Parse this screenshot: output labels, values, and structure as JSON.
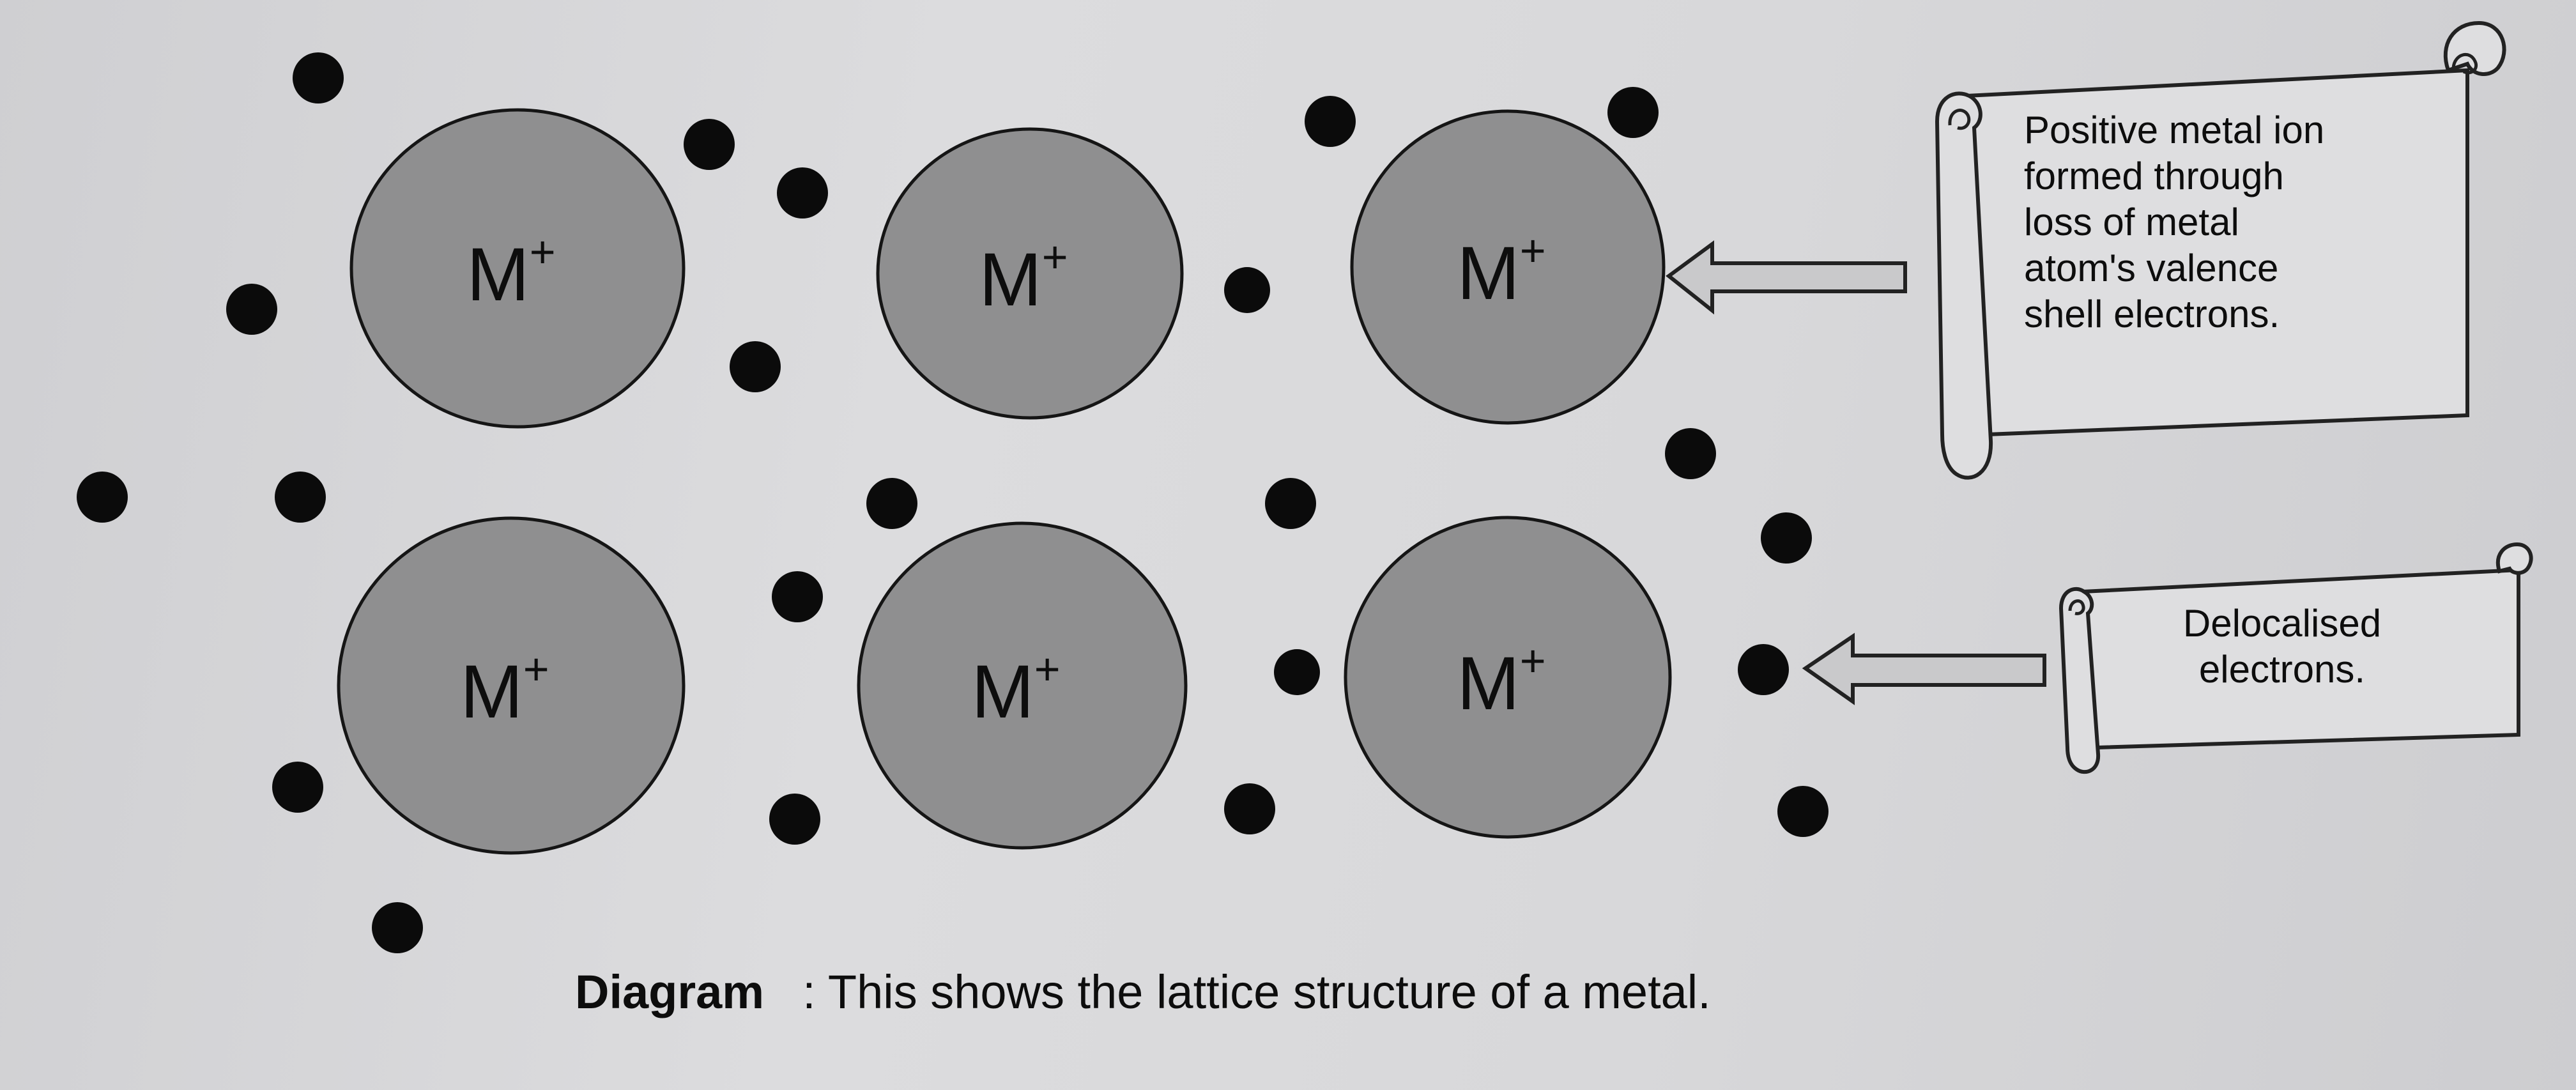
{
  "ions": [
    {
      "label": "M",
      "charge": "+"
    },
    {
      "label": "M",
      "charge": "+"
    },
    {
      "label": "M",
      "charge": "+"
    },
    {
      "label": "M",
      "charge": "+"
    },
    {
      "label": "M",
      "charge": "+"
    },
    {
      "label": "M",
      "charge": "+"
    }
  ],
  "callouts": {
    "positive_ion": "Positive metal ion\nformed through\nloss of metal\natom's valence\nshell electrons.",
    "delocalised": "Delocalised\nelectrons."
  },
  "caption": {
    "label": "Diagram",
    "text": ": This shows the lattice structure of a metal."
  }
}
